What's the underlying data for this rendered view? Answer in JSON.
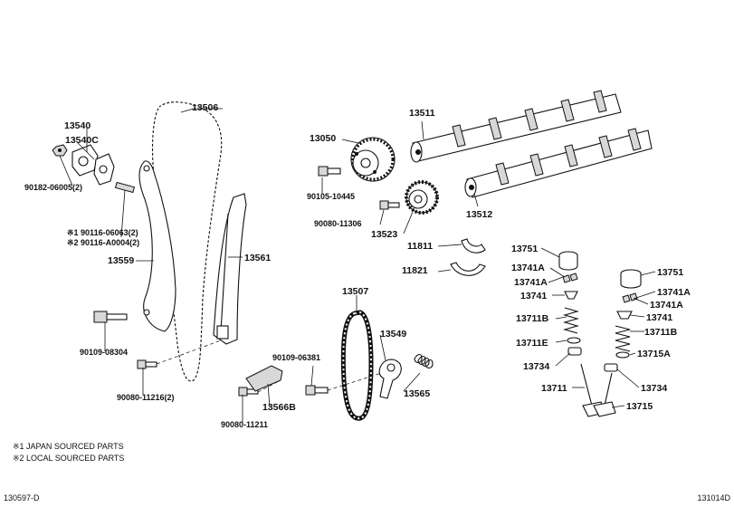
{
  "labels": {
    "p13506": "13506",
    "p13540": "13540",
    "p13540C": "13540C",
    "p90182": "90182-06005(2)",
    "p90116a": "※1 90116-06063(2)",
    "p90116b": "※2 90116-A0004(2)",
    "p13559": "13559",
    "p90109a": "90109-08304",
    "p90080a": "90080-11216(2)",
    "p90080b": "90080-11211",
    "p13566B": "13566B",
    "p90109b": "90109-06381",
    "p13507": "13507",
    "p13549": "13549",
    "p13565": "13565",
    "p13561": "13561",
    "p13050": "13050",
    "p90105": "90105-10445",
    "p90080c": "90080-11306",
    "p13523": "13523",
    "p13511": "13511",
    "p13512": "13512",
    "p11811": "11811",
    "p11821": "11821",
    "p13751a": "13751",
    "p13741Aa": "13741A",
    "p13741Ab": "13741A",
    "p13741a": "13741",
    "p13711Ba": "13711B",
    "p13711E": "13711E",
    "p13734a": "13734",
    "p13711": "13711",
    "p13751b": "13751",
    "p13741Ac": "13741A",
    "p13741Ad": "13741A",
    "p13741b": "13741",
    "p13711Bb": "13711B",
    "p13715A": "13715A",
    "p13734b": "13734",
    "p13715": "13715"
  },
  "notes": {
    "note1": "※1 JAPAN SOURCED PARTS",
    "note2": "※2 LOCAL SOURCED PARTS"
  },
  "footer": {
    "left": "130597-D",
    "right": "131014D"
  }
}
